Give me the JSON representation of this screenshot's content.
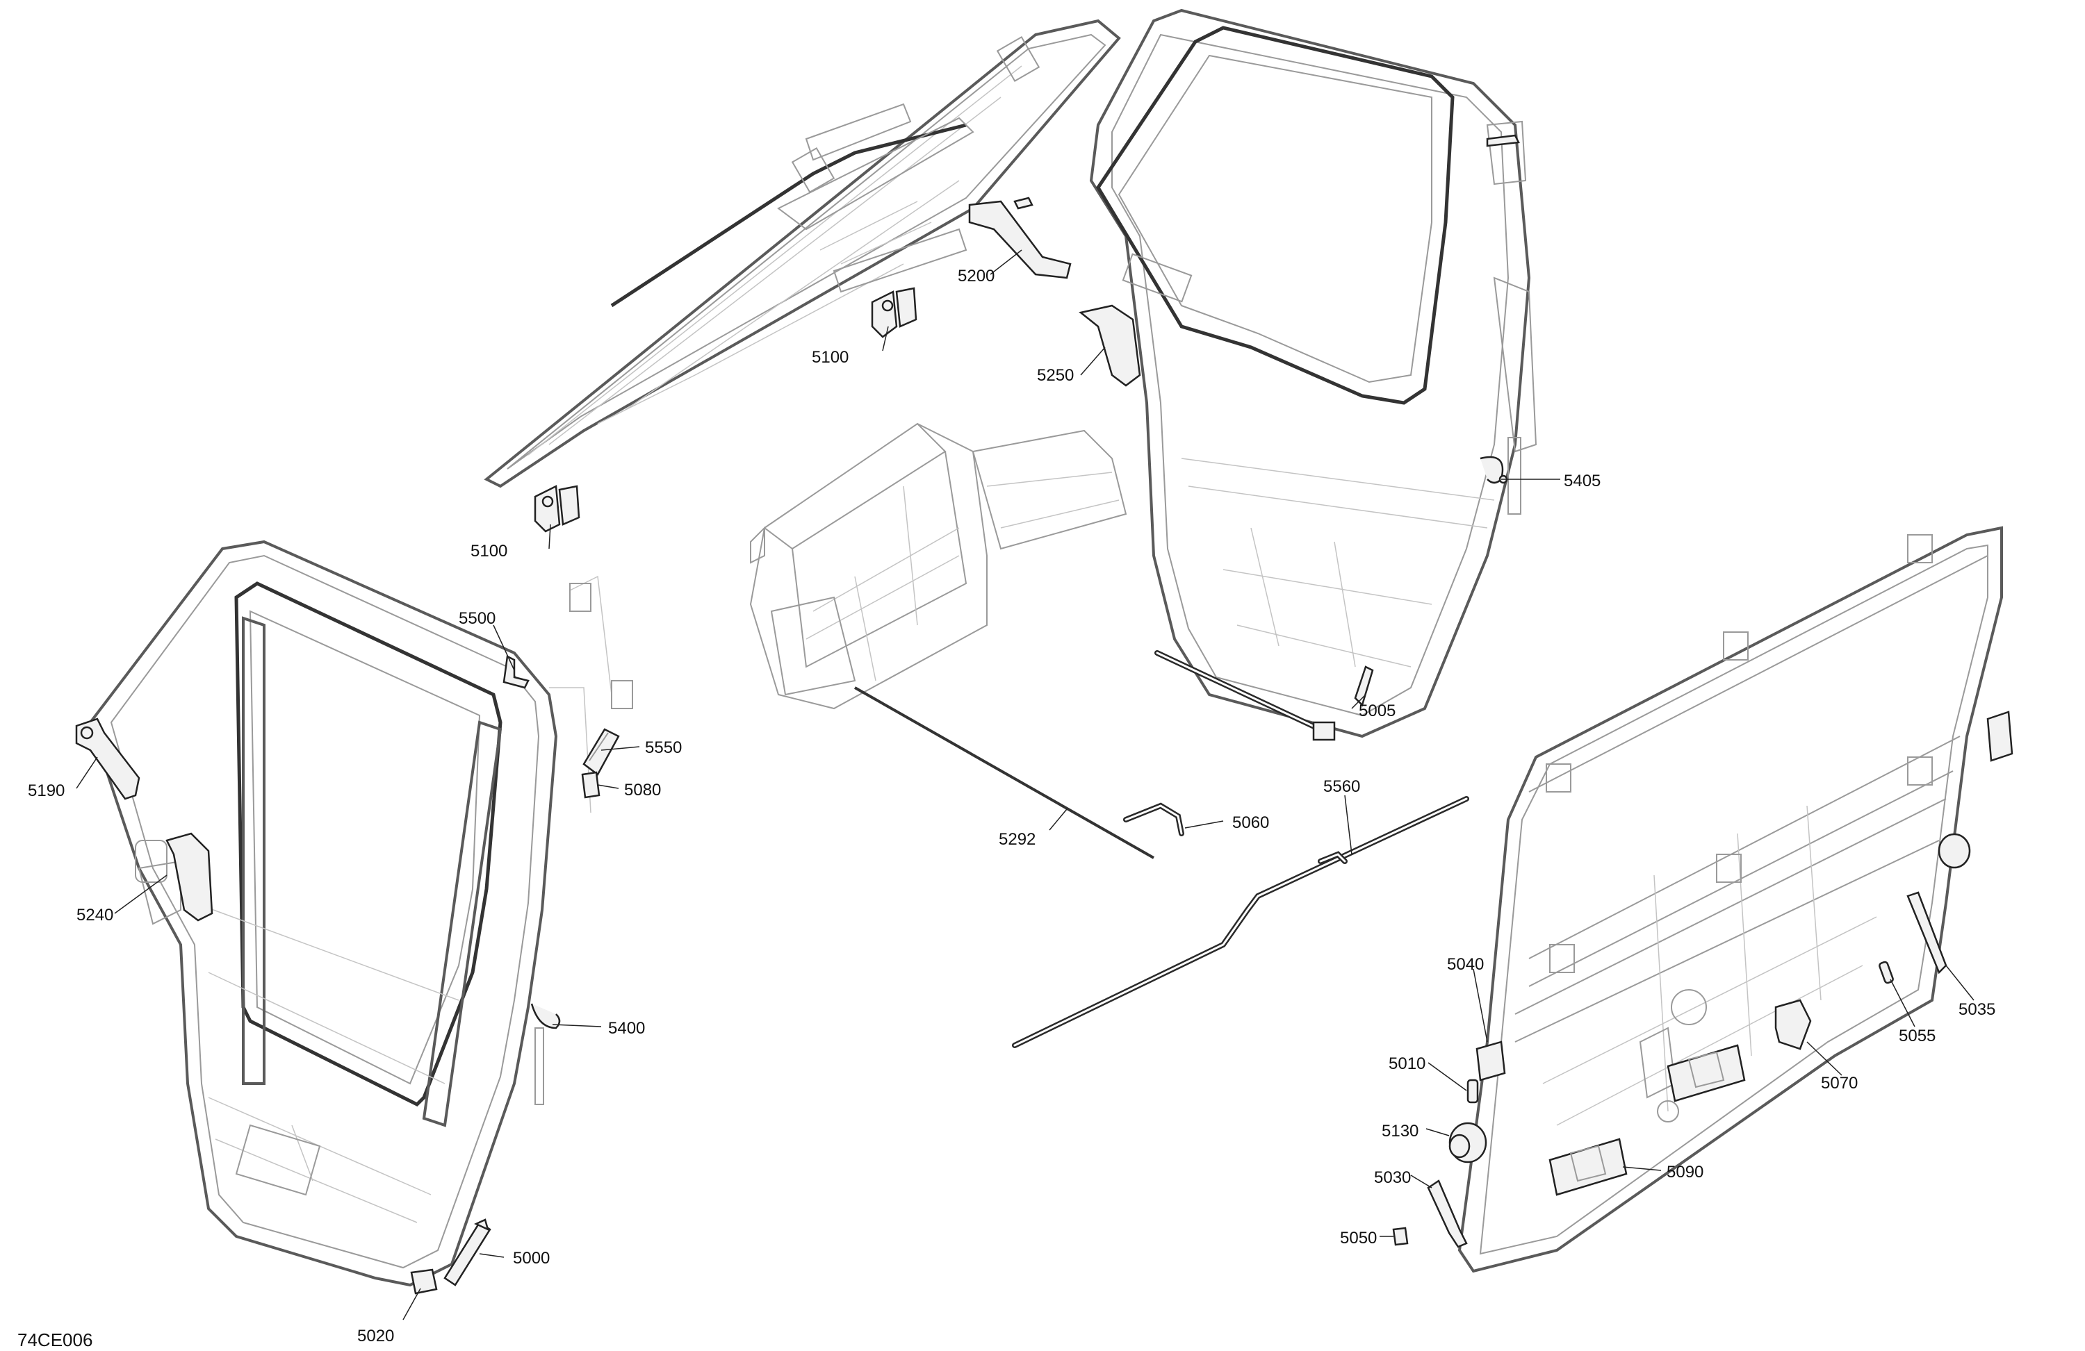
{
  "diagram_id": "74CE006",
  "callouts": {
    "c5100a": "5100",
    "c5100b": "5100",
    "c5200": "5200",
    "c5250": "5250",
    "c5405": "5405",
    "c5500": "5500",
    "c5550": "5550",
    "c5080": "5080",
    "c5190": "5190",
    "c5240": "5240",
    "c5400": "5400",
    "c5000": "5000",
    "c5020": "5020",
    "c5292": "5292",
    "c5060": "5060",
    "c5560": "5560",
    "c5005": "5005",
    "c5040": "5040",
    "c5010": "5010",
    "c5130": "5130",
    "c5030": "5030",
    "c5050": "5050",
    "c5090": "5090",
    "c5070": "5070",
    "c5055": "5055",
    "c5035": "5035"
  }
}
